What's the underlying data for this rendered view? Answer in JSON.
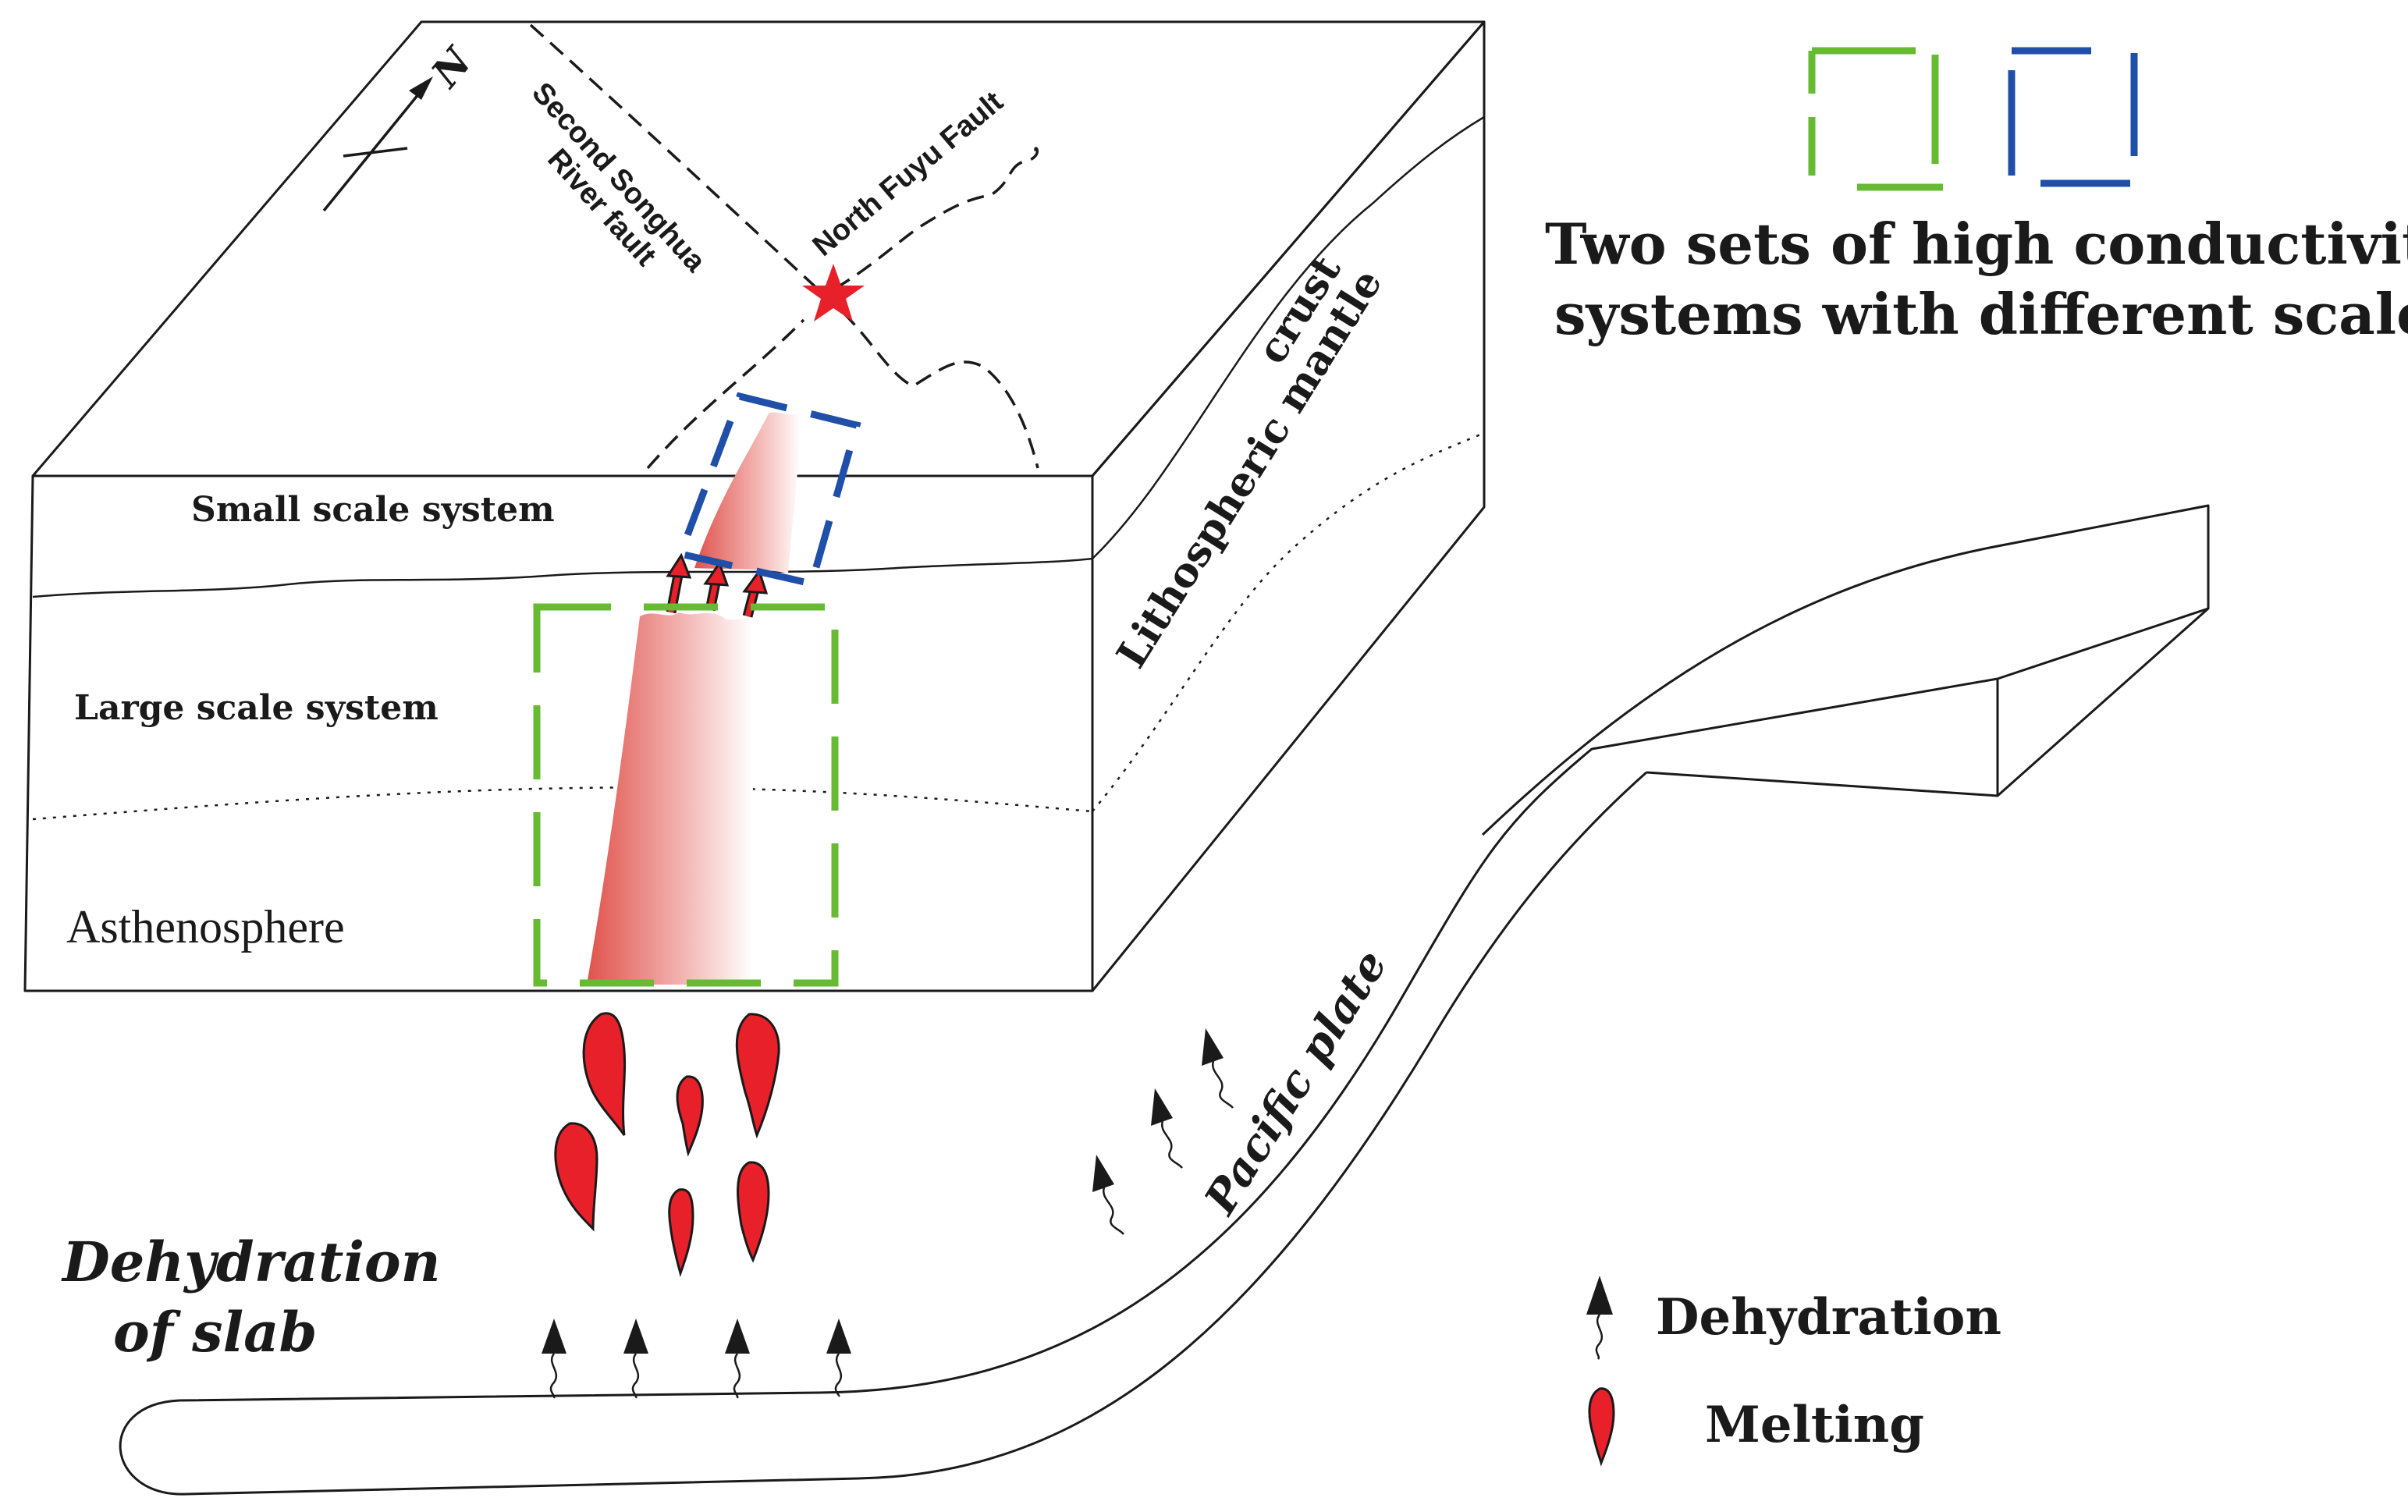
{
  "labels": {
    "north": "N",
    "second_songhua_line1": "Second Songhua",
    "second_songhua_line2": "River fault",
    "north_fuyu_fault": "North Fuyu Fault",
    "crust": "crust",
    "lithospheric_mantle": "Lithospheric mantle",
    "small_scale_system": "Small scale system",
    "large_scale_system": "Large scale system",
    "asthenosphere": "Asthenosphere",
    "pacific_plate": "Pacific plate",
    "dehydration_of_slab_line1": "Dehydration",
    "dehydration_of_slab_line2": "of slab"
  },
  "legend": {
    "systems_line1": "Two sets of high conductivity",
    "systems_line2": "systems with different scales",
    "dehydration": "Dehydration",
    "melting": "Melting"
  },
  "colors": {
    "small_scale_system": "#1f4fa8",
    "large_scale_system": "#66bb33",
    "melting": "#e8202a",
    "plume": "#e0524c",
    "outline": "#1a1a1a"
  },
  "icons": {
    "north_arrow": "north-arrow-icon",
    "epicenter": "red-star-icon",
    "dehydration": "wavy-arrow-icon",
    "melting": "melt-drop-icon"
  }
}
